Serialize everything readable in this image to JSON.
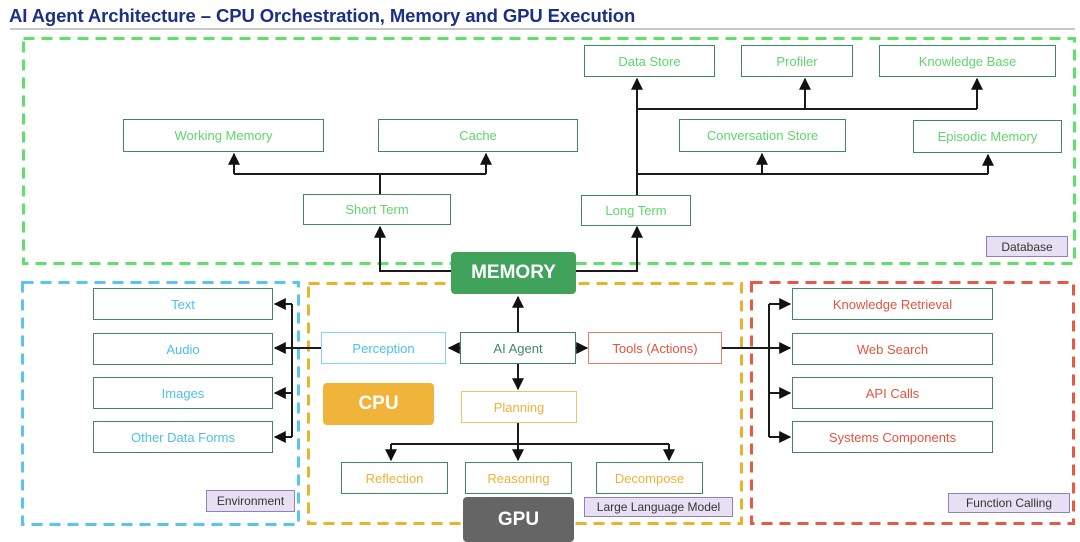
{
  "title": "AI Agent Architecture – CPU Orchestration, Memory and GPU Execution",
  "memory_hub": "MEMORY",
  "database": {
    "label": "Database",
    "short_term": "Short Term",
    "long_term": "Long Term",
    "short_term_children": [
      "Working Memory",
      "Cache"
    ],
    "long_term_upper": [
      "Data Store",
      "Profiler",
      "Knowledge Base"
    ],
    "long_term_lower": [
      "Conversation Store",
      "Episodic Memory"
    ]
  },
  "environment": {
    "label": "Environment",
    "items": [
      "Text",
      "Audio",
      "Images",
      "Other Data Forms"
    ]
  },
  "agent": {
    "perception": "Perception",
    "core": "AI Agent",
    "tools": "Tools (Actions)",
    "planning": "Planning",
    "cpu": "CPU",
    "gpu": "GPU",
    "llm_label": "Large Language Model",
    "planning_children": [
      "Reflection",
      "Reasoning",
      "Decompose"
    ]
  },
  "function_calling": {
    "label": "Function Calling",
    "items": [
      "Knowledge Retrieval",
      "Web Search",
      "API Calls",
      "Systems Components"
    ]
  },
  "colors": {
    "title": "#1b2f86",
    "database_region": "#5ee06a",
    "environment_region": "#57c5f0",
    "agent_region": "#eab32c",
    "function_region": "#e65a45",
    "memory_hub": "#41a35b",
    "cpu": "#f1b43b",
    "gpu": "#656565",
    "tag_fill": "#e7e0f3"
  }
}
